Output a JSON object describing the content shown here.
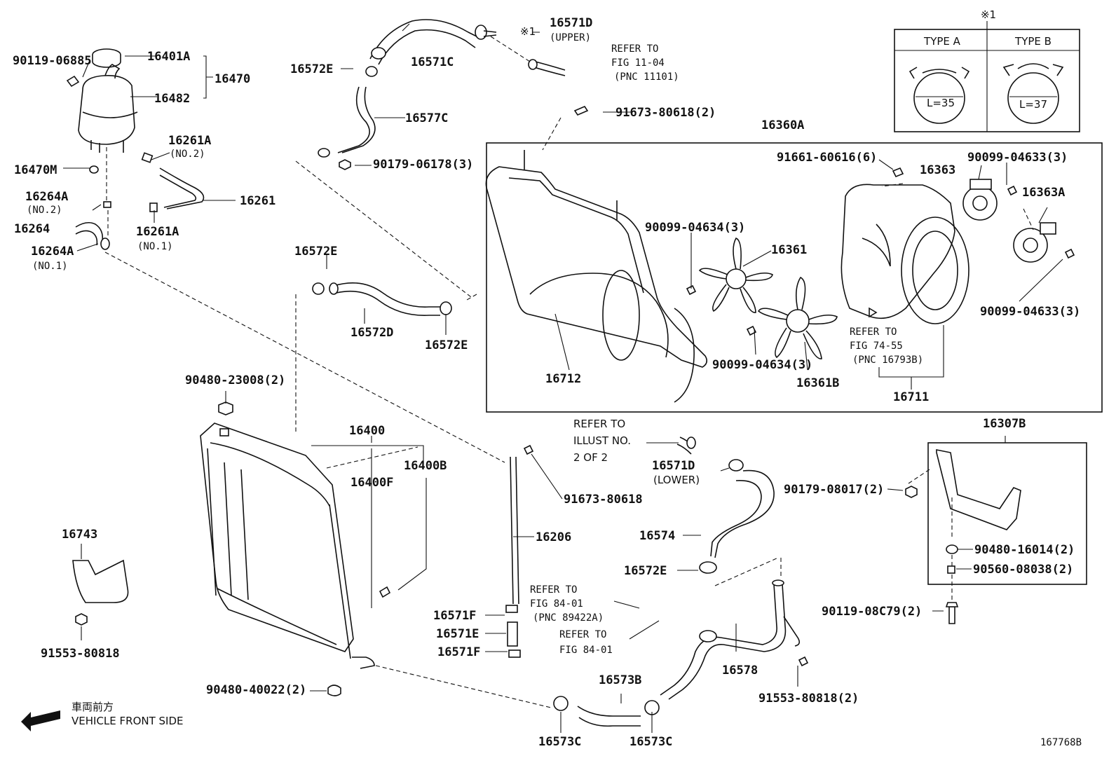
{
  "diagram": {
    "labels": {
      "p90119_06885": "90119-06885",
      "p16401A": "16401A",
      "p16470": "16470",
      "p16482": "16482",
      "p16261A_top": "16261A",
      "p16261A_no2": "(NO.2)",
      "p16470M": "16470M",
      "p16264A_top": "16264A",
      "p16264A_no2": "(NO.2)",
      "p16264": "16264",
      "p16261": "16261",
      "p16261A_bot": "16261A",
      "p16261A_no1": "(NO.1)",
      "p16264A_bot": "16264A",
      "p16264A_no1": "(NO.1)",
      "p16571C": "16571C",
      "p16572E_top": "16572E",
      "p16577C": "16577C",
      "p90179_06178": "90179-06178(3)",
      "p16571D_upper": "16571D",
      "upper": "(UPPER)",
      "note_mark_top": "※1",
      "refer_11_04_a": "REFER TO",
      "refer_11_04_b": "FIG 11-04",
      "refer_11_04_c": "(PNC 11101)",
      "p91673_80618_2": "91673-80618(2)",
      "p16360A": "16360A",
      "p91661_60616": "91661-60616(6)",
      "p16363": "16363",
      "p90099_04633_a": "90099-04633(3)",
      "p16363A": "16363A",
      "p90099_04634_a": "90099-04634(3)",
      "p16361": "16361",
      "p90099_04633_b": "90099-04633(3)",
      "refer_74_55_a": "REFER TO",
      "refer_74_55_b": "FIG 74-55",
      "refer_74_55_c": "(PNC 16793B)",
      "p90099_04634_b": "90099-04634(3)",
      "p16361B": "16361B",
      "p16712": "16712",
      "p16711": "16711",
      "p16572E_mid": "16572E",
      "p16572D": "16572D",
      "p16572E_mid2": "16572E",
      "p90480_23008": "90480-23008(2)",
      "p16400": "16400",
      "p16400F": "16400F",
      "p16400B": "16400B",
      "p91673_80618": "91673-80618",
      "p16206": "16206",
      "refer_illust_a": "REFER TO",
      "refer_illust_b": "ILLUST NO.",
      "refer_illust_c": "2 OF 2",
      "p16571D_lower": "16571D",
      "lower": "(LOWER)",
      "p16574": "16574",
      "p16572E_low": "16572E",
      "p16307B": "16307B",
      "p90179_08017": "90179-08017(2)",
      "p90480_16014": "90480-16014(2)",
      "p90560_08038": "90560-08038(2)",
      "p90119_08C79": "90119-08C79(2)",
      "p16743": "16743",
      "p91553_80818": "91553-80818",
      "p16571F_a": "16571F",
      "p16571E": "16571E",
      "p16571F_b": "16571F",
      "refer_84_01_a1": "REFER TO",
      "refer_84_01_a2": "FIG 84-01",
      "refer_84_01_a3": "(PNC 89422A)",
      "refer_84_01_b1": "REFER TO",
      "refer_84_01_b2": "FIG 84-01",
      "p16578": "16578",
      "p91553_80818_2": "91553-80818(2)",
      "p90480_40022": "90480-40022(2)",
      "p16573B": "16573B",
      "p16573C_a": "16573C",
      "p16573C_b": "16573C",
      "front_jp": "車両前方",
      "front_en": "VEHICLE FRONT SIDE",
      "fig_no": "167768B"
    },
    "clamp_table": {
      "note_mark": "※1",
      "type_a": "TYPE A",
      "type_b": "TYPE B",
      "len_a": "L=35",
      "len_b": "L=37"
    }
  }
}
